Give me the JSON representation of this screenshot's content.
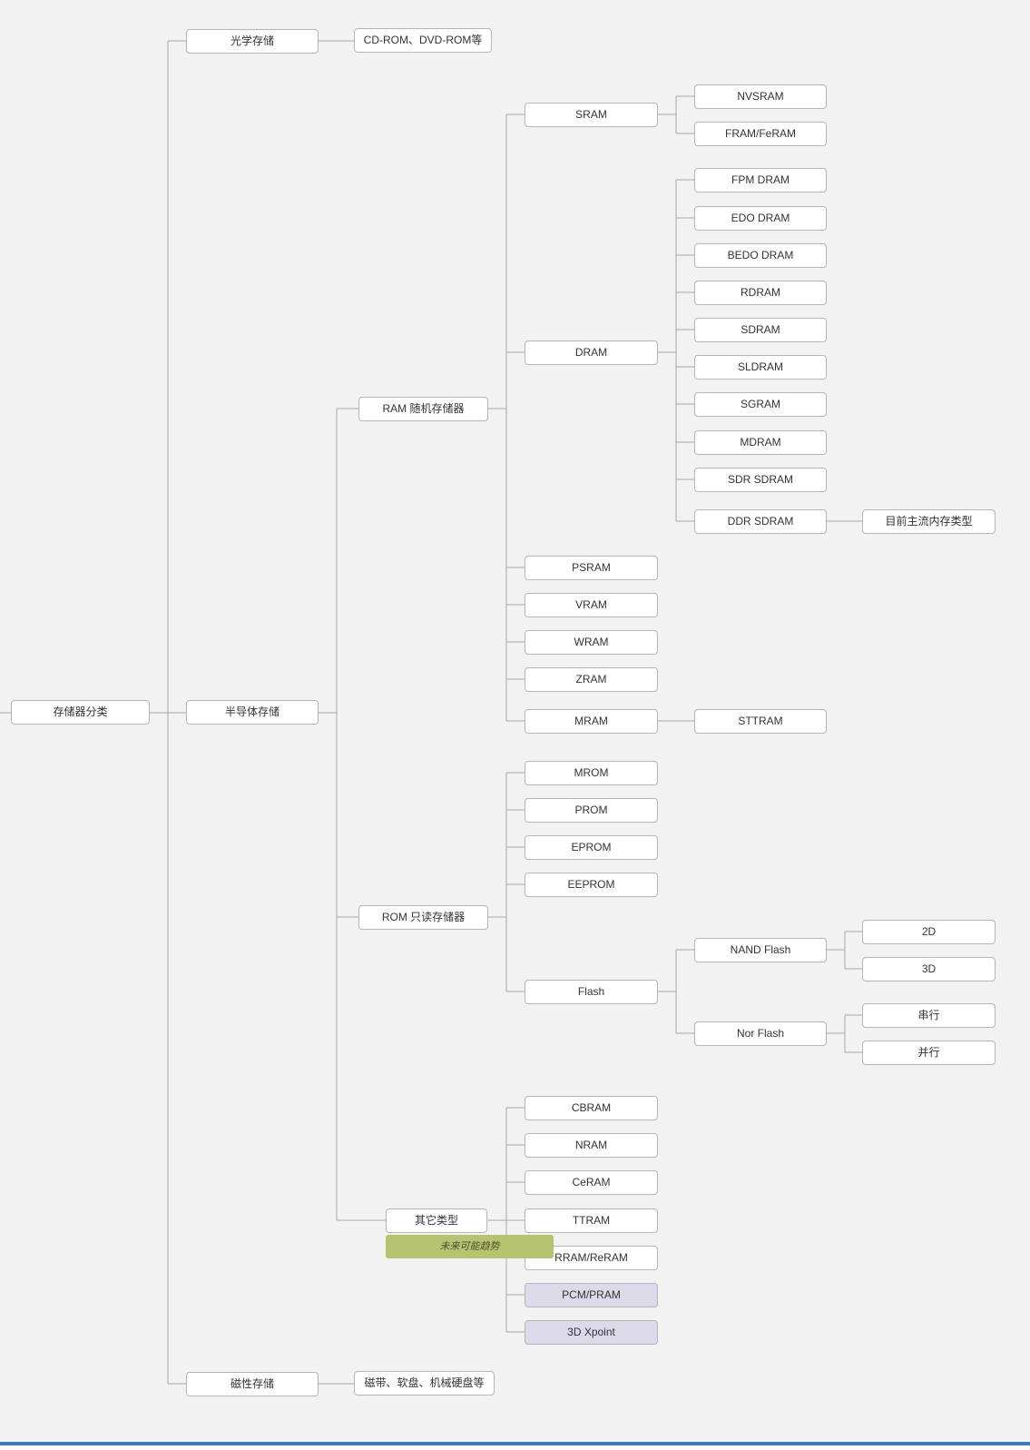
{
  "colors": {
    "background": "#f2f2f2",
    "node_bg": "#ffffff",
    "node_border": "#b5b5b5",
    "line": "#a8a8a8",
    "highlight_bg": "#dcdae8",
    "callout_bg": "#b7c46f",
    "scrollbar": "#3e7cc0"
  },
  "callout": {
    "label": "未来可能趋势"
  },
  "nodes": {
    "root": {
      "label": "存储器分类"
    },
    "optical": {
      "label": "光学存储"
    },
    "optical_detail": {
      "label": "CD-ROM、DVD-ROM等"
    },
    "semiconductor": {
      "label": "半导体存储"
    },
    "magnetic": {
      "label": "磁性存储"
    },
    "magnetic_detail": {
      "label": "磁带、软盘、机械硬盘等"
    },
    "ram": {
      "label": "RAM 随机存储器"
    },
    "rom": {
      "label": "ROM 只读存储器"
    },
    "other": {
      "label": "其它类型"
    },
    "sram": {
      "label": "SRAM"
    },
    "nvsram": {
      "label": "NVSRAM"
    },
    "fram": {
      "label": "FRAM/FeRAM"
    },
    "dram": {
      "label": "DRAM"
    },
    "fpm_dram": {
      "label": "FPM DRAM"
    },
    "edo_dram": {
      "label": "EDO DRAM"
    },
    "bedo_dram": {
      "label": "BEDO DRAM"
    },
    "rdram": {
      "label": "RDRAM"
    },
    "sdram": {
      "label": "SDRAM"
    },
    "sldram": {
      "label": "SLDRAM"
    },
    "sgram": {
      "label": "SGRAM"
    },
    "mdram": {
      "label": "MDRAM"
    },
    "sdr_sdram": {
      "label": "SDR SDRAM"
    },
    "ddr_sdram": {
      "label": "DDR SDRAM"
    },
    "ddr_note": {
      "label": "目前主流内存类型"
    },
    "psram": {
      "label": "PSRAM"
    },
    "vram": {
      "label": "VRAM"
    },
    "wram": {
      "label": "WRAM"
    },
    "zram": {
      "label": "ZRAM"
    },
    "mram": {
      "label": "MRAM"
    },
    "sttram": {
      "label": "STTRAM"
    },
    "mrom": {
      "label": "MROM"
    },
    "prom": {
      "label": "PROM"
    },
    "eprom": {
      "label": "EPROM"
    },
    "eeprom": {
      "label": "EEPROM"
    },
    "flash": {
      "label": "Flash"
    },
    "nand_flash": {
      "label": "NAND Flash"
    },
    "nand_2d": {
      "label": "2D"
    },
    "nand_3d": {
      "label": "3D"
    },
    "nor_flash": {
      "label": "Nor Flash"
    },
    "nor_serial": {
      "label": "串行"
    },
    "nor_parallel": {
      "label": "并行"
    },
    "cbram": {
      "label": "CBRAM"
    },
    "nram": {
      "label": "NRAM"
    },
    "ceram": {
      "label": "CeRAM"
    },
    "ttram": {
      "label": "TTRAM"
    },
    "rram": {
      "label": "RRAM/ReRAM"
    },
    "pcm_pram": {
      "label": "PCM/PRAM"
    },
    "xpoint": {
      "label": "3D Xpoint"
    }
  },
  "tree": {
    "root": [
      "optical",
      "semiconductor",
      "magnetic"
    ],
    "optical": [
      "optical_detail"
    ],
    "semiconductor": [
      "ram",
      "rom",
      "other"
    ],
    "magnetic": [
      "magnetic_detail"
    ],
    "ram": [
      "sram",
      "dram",
      "psram",
      "vram",
      "wram",
      "zram",
      "mram"
    ],
    "sram": [
      "nvsram",
      "fram"
    ],
    "dram": [
      "fpm_dram",
      "edo_dram",
      "bedo_dram",
      "rdram",
      "sdram",
      "sldram",
      "sgram",
      "mdram",
      "sdr_sdram",
      "ddr_sdram"
    ],
    "ddr_sdram": [
      "ddr_note"
    ],
    "mram": [
      "sttram"
    ],
    "rom": [
      "mrom",
      "prom",
      "eprom",
      "eeprom",
      "flash"
    ],
    "flash": [
      "nand_flash",
      "nor_flash"
    ],
    "nand_flash": [
      "nand_2d",
      "nand_3d"
    ],
    "nor_flash": [
      "nor_serial",
      "nor_parallel"
    ],
    "other": [
      "cbram",
      "nram",
      "ceram",
      "ttram",
      "rram",
      "pcm_pram",
      "xpoint"
    ]
  }
}
